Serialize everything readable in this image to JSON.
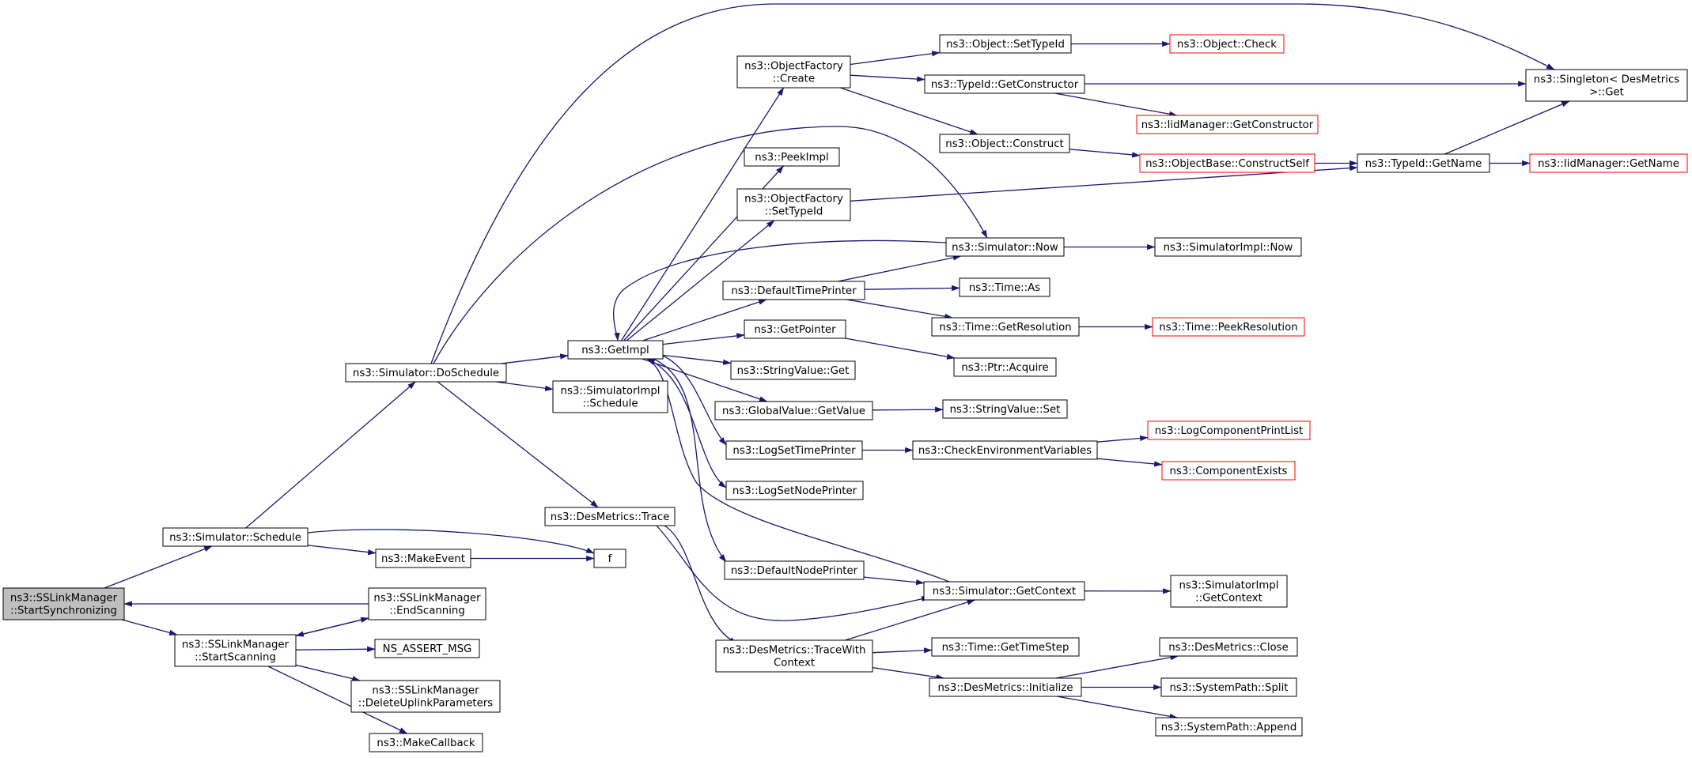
{
  "graph": {
    "colors": {
      "edge": "#191970",
      "node_border": "#000000",
      "external_node_border": "#ff0000",
      "root_fill": "#bfbfbf",
      "background": "#ffffff"
    },
    "nodes": [
      {
        "id": "root",
        "lines": [
          "ns3::SSLinkManager",
          "::StartSynchronizing"
        ],
        "style": "root"
      },
      {
        "id": "sim_schedule",
        "lines": [
          "ns3::Simulator::Schedule"
        ],
        "style": "normal"
      },
      {
        "id": "startscanning",
        "lines": [
          "ns3::SSLinkManager",
          "::StartScanning"
        ],
        "style": "normal"
      },
      {
        "id": "endscanning",
        "lines": [
          "ns3::SSLinkManager",
          "::EndScanning"
        ],
        "style": "normal"
      },
      {
        "id": "assert_msg",
        "lines": [
          "NS_ASSERT_MSG"
        ],
        "style": "normal"
      },
      {
        "id": "deleteuplink",
        "lines": [
          "ns3::SSLinkManager",
          "::DeleteUplinkParameters"
        ],
        "style": "normal"
      },
      {
        "id": "makecallback",
        "lines": [
          "ns3::MakeCallback"
        ],
        "style": "normal"
      },
      {
        "id": "doschedule",
        "lines": [
          "ns3::Simulator::DoSchedule"
        ],
        "style": "normal"
      },
      {
        "id": "makeevent",
        "lines": [
          "ns3::MakeEvent"
        ],
        "style": "normal"
      },
      {
        "id": "f",
        "lines": [
          "f"
        ],
        "style": "normal"
      },
      {
        "id": "getimpl",
        "lines": [
          "ns3::GetImpl"
        ],
        "style": "normal"
      },
      {
        "id": "simimpl_schedule",
        "lines": [
          "ns3::SimulatorImpl",
          "::Schedule"
        ],
        "style": "normal"
      },
      {
        "id": "desmetrics_trace",
        "lines": [
          "ns3::DesMetrics::Trace"
        ],
        "style": "normal"
      },
      {
        "id": "objfactory_create",
        "lines": [
          "ns3::ObjectFactory",
          "::Create"
        ],
        "style": "normal"
      },
      {
        "id": "peekimpl",
        "lines": [
          "ns3::PeekImpl"
        ],
        "style": "normal"
      },
      {
        "id": "objfactory_settypeid",
        "lines": [
          "ns3::ObjectFactory",
          "::SetTypeId"
        ],
        "style": "normal"
      },
      {
        "id": "defaulttimeprinter",
        "lines": [
          "ns3::DefaultTimePrinter"
        ],
        "style": "normal"
      },
      {
        "id": "getpointer",
        "lines": [
          "ns3::GetPointer"
        ],
        "style": "normal"
      },
      {
        "id": "stringvalue_get",
        "lines": [
          "ns3::StringValue::Get"
        ],
        "style": "normal"
      },
      {
        "id": "globalvalue_getvalue",
        "lines": [
          "ns3::GlobalValue::GetValue"
        ],
        "style": "normal"
      },
      {
        "id": "logsettimeprinter",
        "lines": [
          "ns3::LogSetTimePrinter"
        ],
        "style": "normal"
      },
      {
        "id": "logsetnodeprinter",
        "lines": [
          "ns3::LogSetNodePrinter"
        ],
        "style": "normal"
      },
      {
        "id": "defaultnodeprinter",
        "lines": [
          "ns3::DefaultNodePrinter"
        ],
        "style": "normal"
      },
      {
        "id": "tracewithcontext",
        "lines": [
          "ns3::DesMetrics::TraceWith",
          "Context"
        ],
        "style": "normal"
      },
      {
        "id": "object_settypeid",
        "lines": [
          "ns3::Object::SetTypeId"
        ],
        "style": "normal"
      },
      {
        "id": "typeid_getconstructor",
        "lines": [
          "ns3::TypeId::GetConstructor"
        ],
        "style": "normal"
      },
      {
        "id": "object_construct",
        "lines": [
          "ns3::Object::Construct"
        ],
        "style": "normal"
      },
      {
        "id": "simulator_now",
        "lines": [
          "ns3::Simulator::Now"
        ],
        "style": "normal"
      },
      {
        "id": "time_as",
        "lines": [
          "ns3::Time::As"
        ],
        "style": "normal"
      },
      {
        "id": "time_getresolution",
        "lines": [
          "ns3::Time::GetResolution"
        ],
        "style": "normal"
      },
      {
        "id": "ptr_acquire",
        "lines": [
          "ns3::Ptr::Acquire"
        ],
        "style": "normal"
      },
      {
        "id": "stringvalue_set",
        "lines": [
          "ns3::StringValue::Set"
        ],
        "style": "normal"
      },
      {
        "id": "checkenv",
        "lines": [
          "ns3::CheckEnvironmentVariables"
        ],
        "style": "normal"
      },
      {
        "id": "simulator_getcontext",
        "lines": [
          "ns3::Simulator::GetContext"
        ],
        "style": "normal"
      },
      {
        "id": "time_gettimestep",
        "lines": [
          "ns3::Time::GetTimeStep"
        ],
        "style": "normal"
      },
      {
        "id": "desmetrics_initialize",
        "lines": [
          "ns3::DesMetrics::Initialize"
        ],
        "style": "normal"
      },
      {
        "id": "object_check",
        "lines": [
          "ns3::Object::Check"
        ],
        "style": "external"
      },
      {
        "id": "iidmanager_getconstructor",
        "lines": [
          "ns3::IidManager::GetConstructor"
        ],
        "style": "external"
      },
      {
        "id": "objectbase_constructself",
        "lines": [
          "ns3::ObjectBase::ConstructSelf"
        ],
        "style": "external"
      },
      {
        "id": "simimpl_now",
        "lines": [
          "ns3::SimulatorImpl::Now"
        ],
        "style": "normal"
      },
      {
        "id": "time_peekresolution",
        "lines": [
          "ns3::Time::PeekResolution"
        ],
        "style": "external"
      },
      {
        "id": "logcomponentprintlist",
        "lines": [
          "ns3::LogComponentPrintList"
        ],
        "style": "external"
      },
      {
        "id": "componentexists",
        "lines": [
          "ns3::ComponentExists"
        ],
        "style": "external"
      },
      {
        "id": "simimpl_getcontext",
        "lines": [
          "ns3::SimulatorImpl",
          "::GetContext"
        ],
        "style": "normal"
      },
      {
        "id": "desmetrics_close",
        "lines": [
          "ns3::DesMetrics::Close"
        ],
        "style": "normal"
      },
      {
        "id": "systempath_split",
        "lines": [
          "ns3::SystemPath::Split"
        ],
        "style": "normal"
      },
      {
        "id": "systempath_append",
        "lines": [
          "ns3::SystemPath::Append"
        ],
        "style": "normal"
      },
      {
        "id": "typeid_getname",
        "lines": [
          "ns3::TypeId::GetName"
        ],
        "style": "normal"
      },
      {
        "id": "singleton_get",
        "lines": [
          "ns3::Singleton< DesMetrics",
          " >::Get"
        ],
        "style": "normal"
      },
      {
        "id": "iidmanager_getname",
        "lines": [
          "ns3::IidManager::GetName"
        ],
        "style": "external"
      }
    ],
    "edges": [
      [
        "root",
        "sim_schedule"
      ],
      [
        "root",
        "startscanning"
      ],
      [
        "endscanning",
        "root"
      ],
      [
        "sim_schedule",
        "doschedule"
      ],
      [
        "sim_schedule",
        "makeevent"
      ],
      [
        "sim_schedule",
        "f"
      ],
      [
        "makeevent",
        "f"
      ],
      [
        "startscanning",
        "endscanning"
      ],
      [
        "endscanning",
        "startscanning"
      ],
      [
        "startscanning",
        "assert_msg"
      ],
      [
        "startscanning",
        "deleteuplink"
      ],
      [
        "startscanning",
        "makecallback"
      ],
      [
        "doschedule",
        "getimpl"
      ],
      [
        "doschedule",
        "simimpl_schedule"
      ],
      [
        "doschedule",
        "desmetrics_trace"
      ],
      [
        "doschedule",
        "simulator_now"
      ],
      [
        "doschedule",
        "singleton_get"
      ],
      [
        "getimpl",
        "objfactory_create"
      ],
      [
        "getimpl",
        "peekimpl"
      ],
      [
        "getimpl",
        "objfactory_settypeid"
      ],
      [
        "getimpl",
        "defaulttimeprinter"
      ],
      [
        "getimpl",
        "getpointer"
      ],
      [
        "getimpl",
        "stringvalue_get"
      ],
      [
        "getimpl",
        "globalvalue_getvalue"
      ],
      [
        "getimpl",
        "logsettimeprinter"
      ],
      [
        "getimpl",
        "logsetnodeprinter"
      ],
      [
        "getimpl",
        "defaultnodeprinter"
      ],
      [
        "simulator_now",
        "getimpl"
      ],
      [
        "simulator_getcontext",
        "getimpl"
      ],
      [
        "simulator_now",
        "simimpl_now"
      ],
      [
        "objfactory_create",
        "object_settypeid"
      ],
      [
        "objfactory_create",
        "typeid_getconstructor"
      ],
      [
        "objfactory_create",
        "object_construct"
      ],
      [
        "object_settypeid",
        "object_check"
      ],
      [
        "typeid_getconstructor",
        "singleton_get"
      ],
      [
        "typeid_getconstructor",
        "iidmanager_getconstructor"
      ],
      [
        "object_construct",
        "objectbase_constructself"
      ],
      [
        "objectbase_constructself",
        "typeid_getname"
      ],
      [
        "objfactory_settypeid",
        "typeid_getname"
      ],
      [
        "typeid_getname",
        "singleton_get"
      ],
      [
        "typeid_getname",
        "iidmanager_getname"
      ],
      [
        "defaulttimeprinter",
        "simulator_now"
      ],
      [
        "defaulttimeprinter",
        "time_as"
      ],
      [
        "defaulttimeprinter",
        "time_getresolution"
      ],
      [
        "time_getresolution",
        "time_peekresolution"
      ],
      [
        "getpointer",
        "ptr_acquire"
      ],
      [
        "globalvalue_getvalue",
        "stringvalue_set"
      ],
      [
        "logsettimeprinter",
        "checkenv"
      ],
      [
        "checkenv",
        "logcomponentprintlist"
      ],
      [
        "checkenv",
        "componentexists"
      ],
      [
        "defaultnodeprinter",
        "simulator_getcontext"
      ],
      [
        "simulator_getcontext",
        "simimpl_getcontext"
      ],
      [
        "desmetrics_trace",
        "simulator_getcontext"
      ],
      [
        "desmetrics_trace",
        "tracewithcontext"
      ],
      [
        "tracewithcontext",
        "simulator_getcontext"
      ],
      [
        "tracewithcontext",
        "time_gettimestep"
      ],
      [
        "tracewithcontext",
        "desmetrics_initialize"
      ],
      [
        "desmetrics_initialize",
        "desmetrics_close"
      ],
      [
        "desmetrics_initialize",
        "systempath_split"
      ],
      [
        "desmetrics_initialize",
        "systempath_append"
      ]
    ]
  }
}
